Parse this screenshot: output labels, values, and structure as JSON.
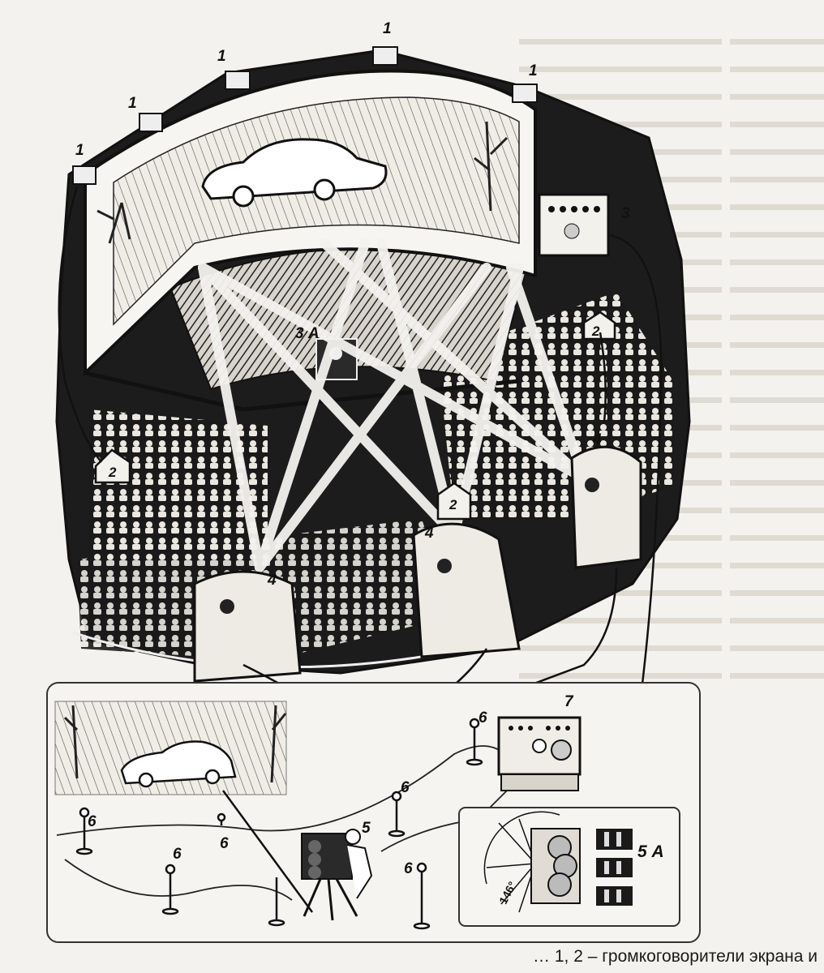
{
  "callouts": {
    "speaker_label": "1",
    "small_speaker_label": "2",
    "control_desk_label": "3",
    "control_room_label": "3 А",
    "projector_booth_label": "4",
    "camera_label": "5",
    "lens_array_label": "5 А",
    "microphone_label": "6",
    "sound_desk_label": "7"
  },
  "angle_label": "146°",
  "caption": "… 1, 2 – громкоговорители экрана и"
}
